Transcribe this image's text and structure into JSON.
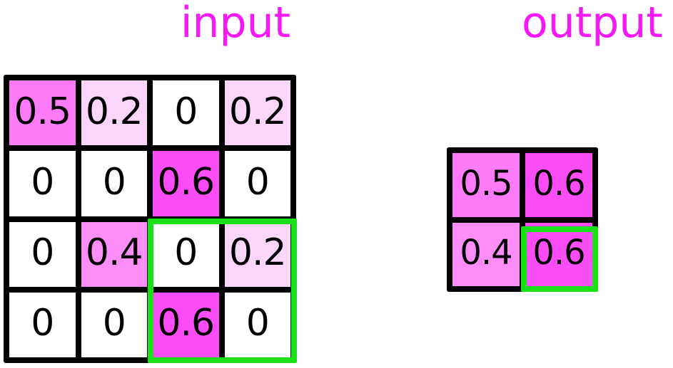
{
  "labels": {
    "input": "input",
    "output": "output"
  },
  "colors": {
    "label_magenta": "#f618f6",
    "selection_green": "#19e019",
    "grid_line": "#000000",
    "value_0": "#ffffff",
    "value_0_2": "#fbd6f8",
    "value_0_4": "#fd8df8",
    "value_0_5": "#fd7bf8",
    "value_0_6": "#fb4df5"
  },
  "input_grid": {
    "rows": 4,
    "cols": 4,
    "cells": [
      [
        {
          "value": "0.5",
          "fill": "#fd7bf8"
        },
        {
          "value": "0.2",
          "fill": "#fbd6f8"
        },
        {
          "value": "0",
          "fill": "#ffffff"
        },
        {
          "value": "0.2",
          "fill": "#fbd6f8"
        }
      ],
      [
        {
          "value": "0",
          "fill": "#ffffff"
        },
        {
          "value": "0",
          "fill": "#ffffff"
        },
        {
          "value": "0.6",
          "fill": "#fb4df5"
        },
        {
          "value": "0",
          "fill": "#ffffff"
        }
      ],
      [
        {
          "value": "0",
          "fill": "#ffffff"
        },
        {
          "value": "0.4",
          "fill": "#fd8df8"
        },
        {
          "value": "0",
          "fill": "#ffffff"
        },
        {
          "value": "0.2",
          "fill": "#fbd6f8"
        }
      ],
      [
        {
          "value": "0",
          "fill": "#ffffff"
        },
        {
          "value": "0",
          "fill": "#ffffff"
        },
        {
          "value": "0.6",
          "fill": "#fb4df5"
        },
        {
          "value": "0",
          "fill": "#ffffff"
        }
      ]
    ],
    "selection": {
      "row_start": 2,
      "row_end": 3,
      "col_start": 2,
      "col_end": 3
    }
  },
  "output_grid": {
    "rows": 2,
    "cols": 2,
    "cells": [
      [
        {
          "value": "0.5",
          "fill": "#fd7bf8"
        },
        {
          "value": "0.6",
          "fill": "#fb4df5"
        }
      ],
      [
        {
          "value": "0.4",
          "fill": "#fd8df8"
        },
        {
          "value": "0.6",
          "fill": "#fb4df5"
        }
      ]
    ],
    "selection": {
      "row": 1,
      "col": 1
    }
  },
  "chart_data": {
    "type": "heatmap",
    "title": "",
    "panels": [
      {
        "name": "input",
        "shape": [
          4,
          4
        ],
        "values": [
          [
            0.5,
            0.2,
            0,
            0.2
          ],
          [
            0,
            0,
            0.6,
            0
          ],
          [
            0,
            0.4,
            0,
            0.2
          ],
          [
            0,
            0,
            0.6,
            0
          ]
        ],
        "highlight_region": {
          "rows": [
            2,
            3
          ],
          "cols": [
            2,
            3
          ]
        }
      },
      {
        "name": "output",
        "shape": [
          2,
          2
        ],
        "values": [
          [
            0.5,
            0.6
          ],
          [
            0.4,
            0.6
          ]
        ],
        "highlight_region": {
          "rows": [
            1,
            1
          ],
          "cols": [
            1,
            1
          ]
        }
      }
    ],
    "colormap": "white-to-magenta",
    "vmin": 0,
    "vmax": 0.6,
    "legend": [],
    "xlabel": "",
    "ylabel": "",
    "grid": true
  }
}
